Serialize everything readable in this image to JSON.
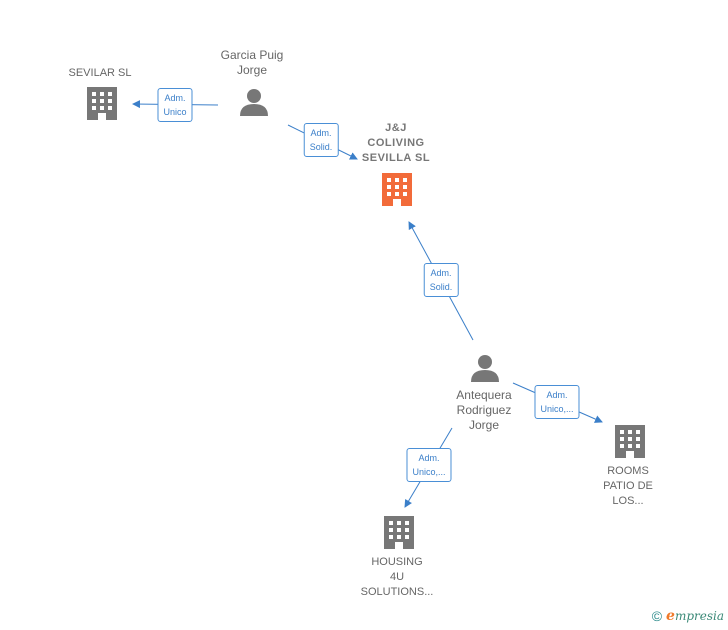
{
  "nodes": {
    "sevilar": {
      "label_lines": [
        "SEVILAR SL"
      ],
      "type": "company",
      "color": "#777777"
    },
    "garcia": {
      "label_lines": [
        "Garcia Puig",
        "Jorge"
      ],
      "type": "person",
      "color": "#777777"
    },
    "jj": {
      "label_lines": [
        "J&J",
        "COLIVING",
        "SEVILLA  SL"
      ],
      "type": "company",
      "color": "#f26b3a"
    },
    "antequera": {
      "label_lines": [
        "Antequera",
        "Rodriguez",
        "Jorge"
      ],
      "type": "person",
      "color": "#777777"
    },
    "rooms": {
      "label_lines": [
        "ROOMS",
        "PATIO DE",
        "LOS..."
      ],
      "type": "company",
      "color": "#777777"
    },
    "housing": {
      "label_lines": [
        "HOUSING",
        "4U",
        "SOLUTIONS..."
      ],
      "type": "company",
      "color": "#777777"
    }
  },
  "edges": [
    {
      "id": "garcia-sevilar",
      "label_lines": [
        "Adm.",
        "Unico"
      ]
    },
    {
      "id": "garcia-jj",
      "label_lines": [
        "Adm.",
        "Solid."
      ]
    },
    {
      "id": "antequera-jj",
      "label_lines": [
        "Adm.",
        "Solid."
      ]
    },
    {
      "id": "antequera-rooms",
      "label_lines": [
        "Adm.",
        "Unico,..."
      ]
    },
    {
      "id": "antequera-housing",
      "label_lines": [
        "Adm.",
        "Unico,..."
      ]
    }
  ],
  "colors": {
    "edge": "#3b7fc9",
    "company": "#777777",
    "highlight": "#f26b3a"
  },
  "footer": {
    "copyright": "©",
    "brand_initial": "e",
    "brand_rest": "mpresia"
  }
}
